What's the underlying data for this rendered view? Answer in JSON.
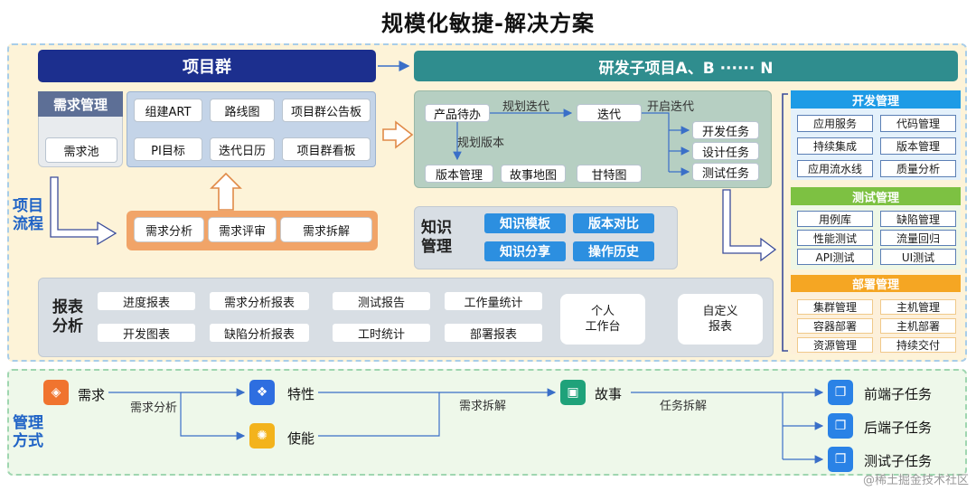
{
  "title": "规模化敏捷-解决方案",
  "top": {
    "side_label": "项目\n流程",
    "project_group": "项目群",
    "subproject": "研发子项目A、B ······  N",
    "req_mgmt": {
      "title": "需求管理",
      "pool": "需求池"
    },
    "group_tiles": [
      "组建ART",
      "路线图",
      "项目群公告板",
      "PI目标",
      "迭代日历",
      "项目群看板"
    ],
    "req_flow": [
      "需求分析",
      "需求评审",
      "需求拆解"
    ],
    "iteration": {
      "backlog": "产品待办",
      "plan_iter": "规划迭代",
      "iter": "迭代",
      "open_iter": "开启迭代",
      "plan_version": "规划版本",
      "tasks": [
        "开发任务",
        "设计任务",
        "测试任务"
      ],
      "bottom": [
        "版本管理",
        "故事地图",
        "甘特图"
      ]
    },
    "knowledge": {
      "title": "知识\n管理",
      "tiles": [
        "知识模板",
        "版本对比",
        "知识分享",
        "操作历史"
      ]
    },
    "reports": {
      "title": "报表\n分析",
      "tiles": [
        "进度报表",
        "需求分析报表",
        "测试报告",
        "工作量统计",
        "开发图表",
        "缺陷分析报表",
        "工时统计",
        "部署报表"
      ],
      "personal": "个人\n工作台",
      "custom": "自定义\n报表"
    },
    "side": {
      "dev": {
        "title": "开发管理",
        "color": "#1e9be6",
        "items": [
          "应用服务",
          "代码管理",
          "持续集成",
          "版本管理",
          "应用流水线",
          "质量分析"
        ]
      },
      "test": {
        "title": "测试管理",
        "color": "#7dc142",
        "items": [
          "用例库",
          "缺陷管理",
          "性能测试",
          "流量回归",
          "API测试",
          "UI测试"
        ]
      },
      "deploy": {
        "title": "部署管理",
        "color": "#f5a623",
        "items": [
          "集群管理",
          "主机管理",
          "容器部署",
          "主机部署",
          "资源管理",
          "持续交付"
        ]
      }
    }
  },
  "bottom": {
    "side_label": "管理\n方式",
    "nodes": {
      "req": "需求",
      "feature": "特性",
      "enable": "使能",
      "story": "故事",
      "fe": "前端子任务",
      "be": "后端子任务",
      "te": "测试子任务"
    },
    "edges": {
      "analysis": "需求分析",
      "split": "需求拆解",
      "task_split": "任务拆解"
    }
  },
  "watermark": "@稀土掘金技术社区"
}
